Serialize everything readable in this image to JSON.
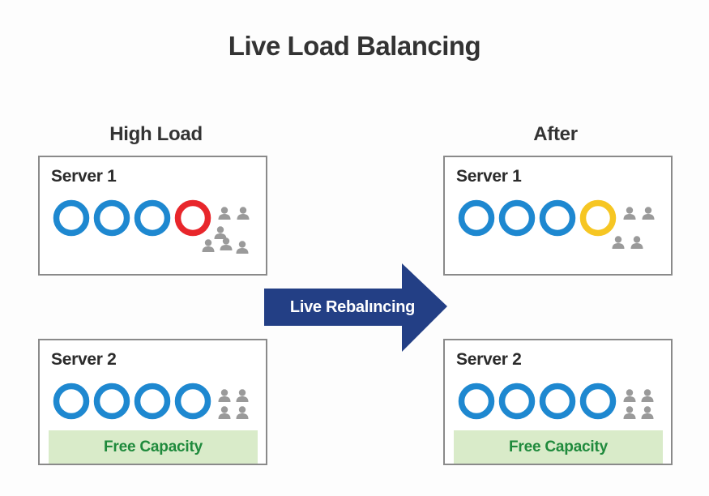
{
  "title": "Live Load Balancing",
  "colors": {
    "ring_normal": "#1e88d0",
    "ring_overloaded": "#e8262b",
    "ring_balanced": "#f6c623",
    "user_icon": "#9a9a9a",
    "arrow": "#233f85",
    "free_capacity_bg": "#d9ebc9",
    "free_capacity_text": "#1f8a3c"
  },
  "columns": [
    {
      "label": "High Load",
      "servers": [
        {
          "name": "Server 1",
          "rings": [
            "normal",
            "normal",
            "normal",
            "overloaded"
          ],
          "user_icons": 6,
          "free_capacity": null
        },
        {
          "name": "Server 2",
          "rings": [
            "normal",
            "normal",
            "normal",
            "normal"
          ],
          "user_icons": 4,
          "free_capacity": "Free Capacity"
        }
      ]
    },
    {
      "label": "After",
      "servers": [
        {
          "name": "Server 1",
          "rings": [
            "normal",
            "normal",
            "normal",
            "balanced"
          ],
          "user_icons": 4,
          "free_capacity": null
        },
        {
          "name": "Server 2",
          "rings": [
            "normal",
            "normal",
            "normal",
            "normal"
          ],
          "user_icons": 4,
          "free_capacity": "Free Capacity"
        }
      ]
    }
  ],
  "arrow": {
    "label": "Live Rebalıncing",
    "icon": "right-arrow-icon"
  }
}
